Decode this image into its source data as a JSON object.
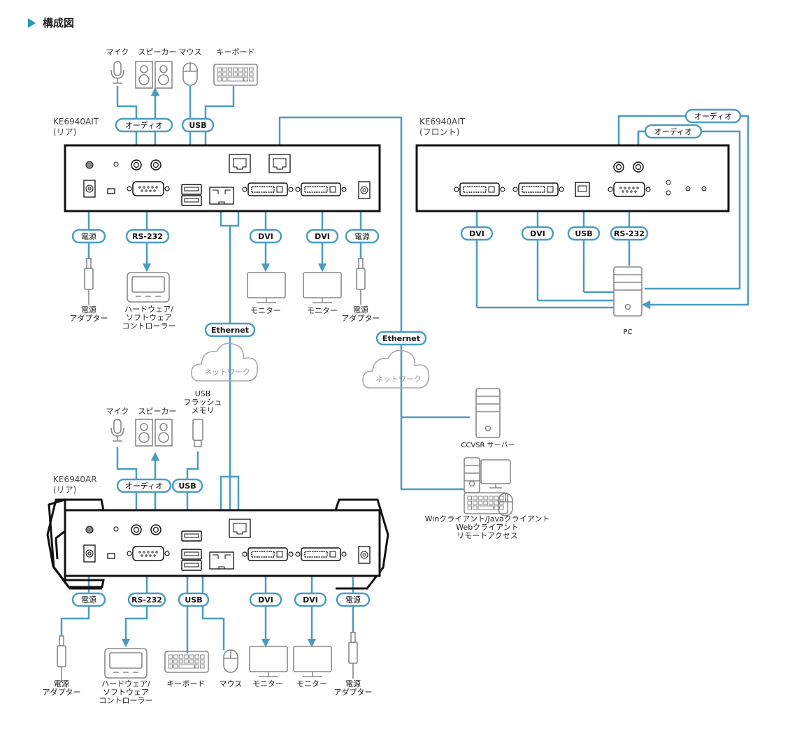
{
  "title": "構成図",
  "colors": {
    "cable": "#4a9cc0",
    "device_outline": "#888888",
    "box": "#111111",
    "accent": "#2a97c0",
    "text": "#222222"
  },
  "units": {
    "tx_rear": {
      "name": "KE6940AIT",
      "side": "(リア)"
    },
    "tx_front": {
      "name": "KE6940AIT",
      "side": "(フロント)"
    },
    "rx_rear": {
      "name": "KE6940AR",
      "side": "(リア)"
    }
  },
  "labels": {
    "audio": "オーディオ",
    "usb": "USB",
    "power": "電源",
    "rs232": "RS-232",
    "dvi": "DVI",
    "ethernet": "Ethernet",
    "network": "ネットワーク"
  },
  "devices": {
    "mic": "マイク",
    "speaker": "スピーカー",
    "mouse": "マウス",
    "keyboard": "キーボード",
    "monitor": "モニター",
    "power_adapter": [
      "電源",
      "アダプター"
    ],
    "controller": [
      "ハードウェア/",
      "ソフトウェア",
      "コントローラー"
    ],
    "usb_flash": [
      "USB",
      "フラッシュ",
      "メモリ"
    ],
    "pc": "PC",
    "ccvsr": "CCVSR サーバー",
    "client": [
      "Winクライアント/Javaクライアント",
      "Webクライアント",
      "リモートアクセス"
    ]
  }
}
